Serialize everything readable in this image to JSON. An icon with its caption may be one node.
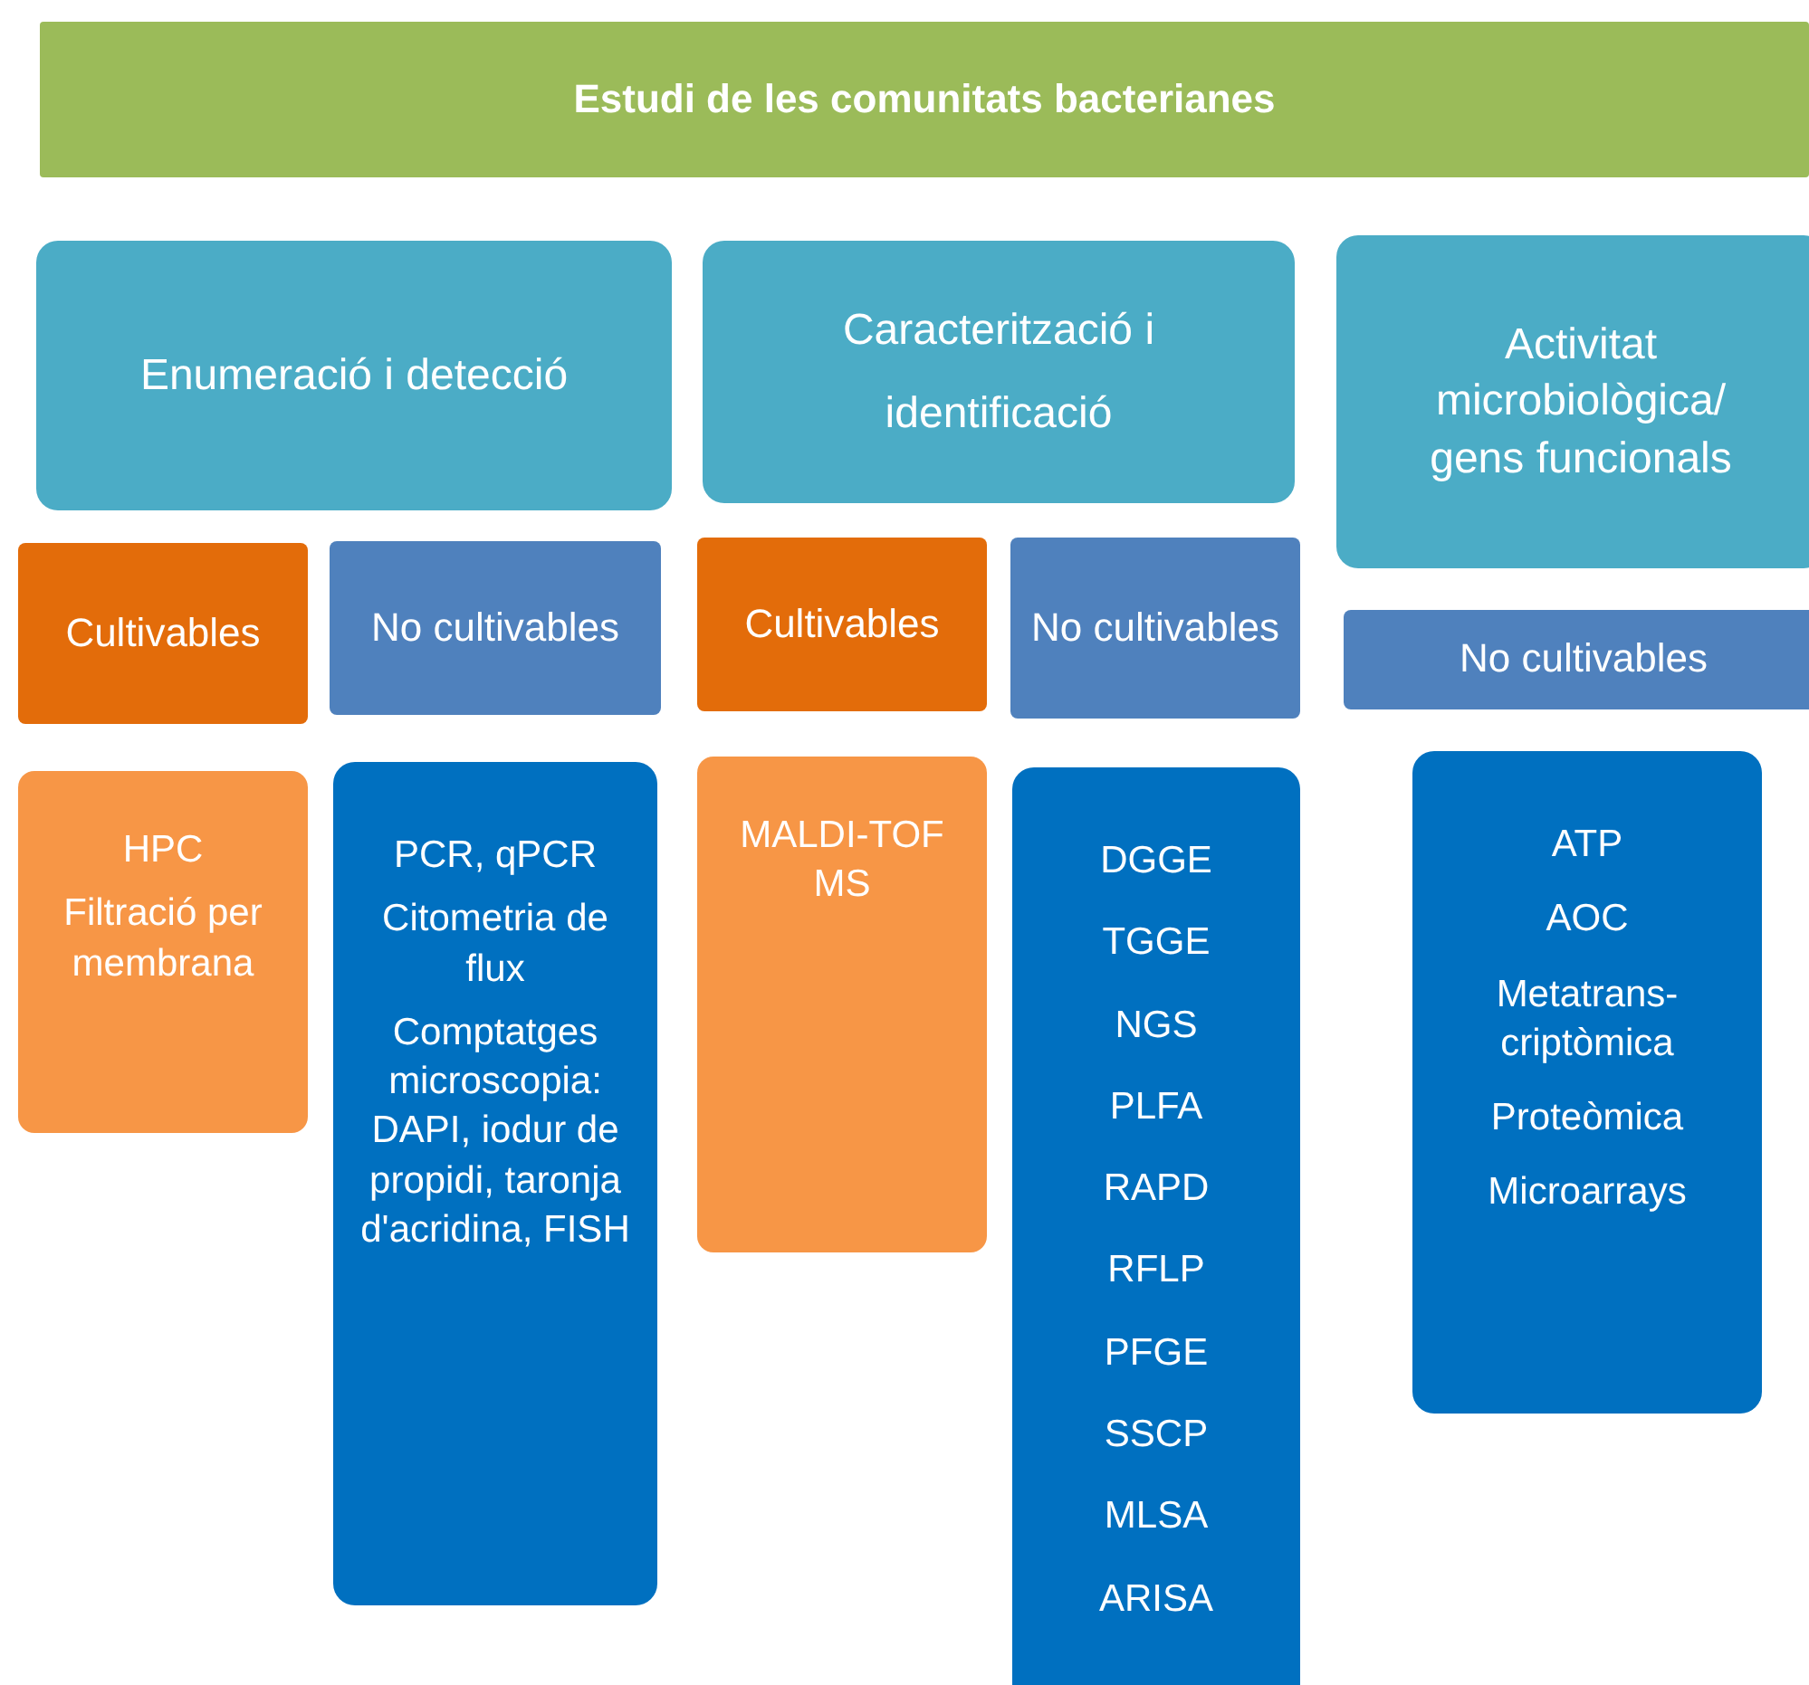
{
  "diagram": {
    "nodes": [
      {
        "text": [
          "Estudi de les comunitats bacterianes"
        ]
      },
      {
        "text": [
          "Enumeració i detecció"
        ]
      },
      {
        "text": [
          "Caracterització i identificació"
        ]
      },
      {
        "text": [
          "Activitat microbiològica/ gens funcionals"
        ]
      },
      {
        "text": [
          "Cultivables"
        ]
      },
      {
        "text": [
          "No cultivables"
        ]
      },
      {
        "text": [
          "Cultivables"
        ]
      },
      {
        "text": [
          "No cultivables"
        ]
      },
      {
        "text": [
          "No cultivables"
        ]
      },
      {
        "text": [
          "HPC",
          "Filtració per membrana"
        ]
      },
      {
        "text": [
          "PCR, qPCR",
          "Citometria de flux",
          "Comptatges microscopia: DAPI, iodur de propidi, taronja d'acridina, FISH"
        ]
      },
      {
        "text": [
          "MALDI-TOF MS"
        ]
      },
      {
        "text": [
          "DGGE",
          "TGGE",
          "NGS",
          "PLFA",
          "RAPD",
          "RFLP",
          "PFGE",
          "SSCP",
          "MLSA",
          "ARISA"
        ]
      },
      {
        "text": [
          "ATP",
          "AOC",
          "Metatrans-criptòmica",
          "Proteòmica",
          "Microarrays"
        ]
      }
    ]
  }
}
